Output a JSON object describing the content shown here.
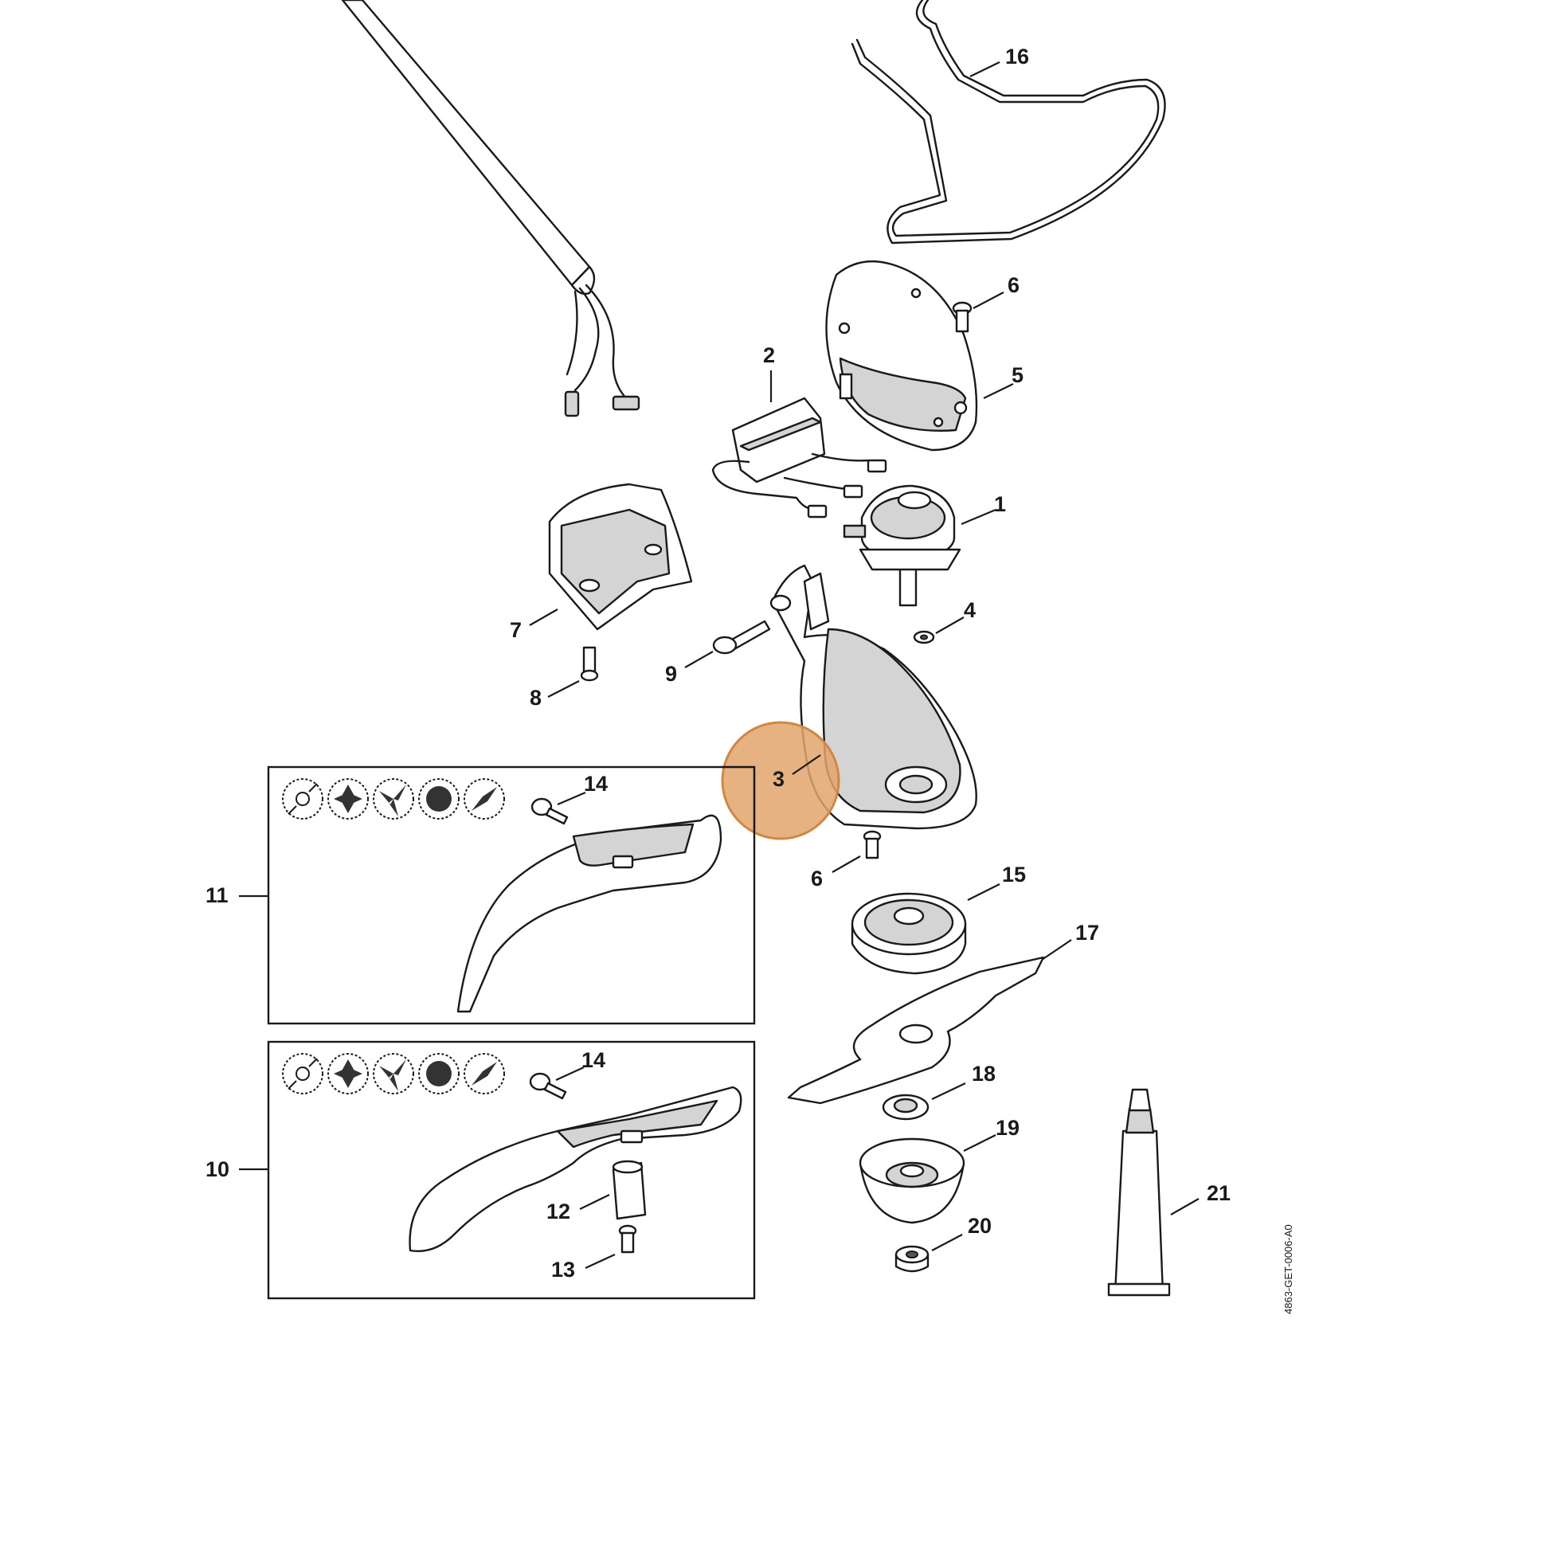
{
  "document_id": "4863-GET-0006-A0",
  "highlight": {
    "part": "3",
    "color": "#e2a46c"
  },
  "callouts": {
    "c1": "1",
    "c2": "2",
    "c3": "3",
    "c4": "4",
    "c5": "5",
    "c6a": "6",
    "c6b": "6",
    "c7": "7",
    "c8": "8",
    "c9": "9",
    "c10": "10",
    "c11": "11",
    "c12": "12",
    "c13": "13",
    "c14a": "14",
    "c14b": "14",
    "c15": "15",
    "c16": "16",
    "c17": "17",
    "c18": "18",
    "c19": "19",
    "c20": "20",
    "c21": "21"
  },
  "tool_symbols": {
    "box11": [
      "mowing-head-icon",
      "grass-blade-icon",
      "three-tooth-blade-icon",
      "circular-saw-icon",
      "brush-knife-icon"
    ],
    "box10": [
      "mowing-head-icon",
      "grass-blade-icon",
      "three-tooth-blade-icon",
      "circular-saw-icon",
      "brush-knife-icon"
    ]
  }
}
